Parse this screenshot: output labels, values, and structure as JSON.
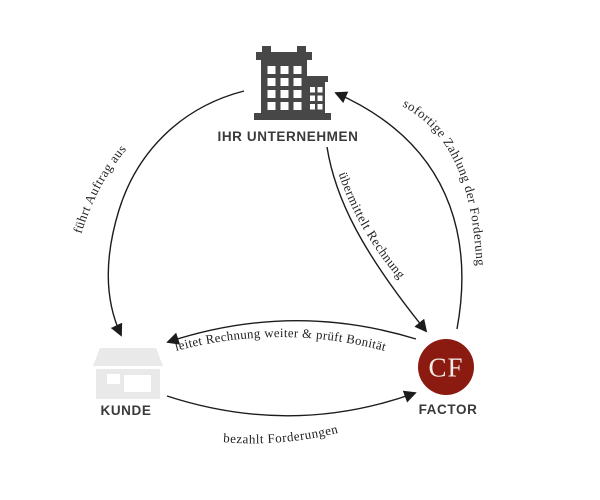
{
  "diagram": {
    "nodes": {
      "company": {
        "label": "IHR UNTERNEHMEN",
        "icon": "building-icon"
      },
      "customer": {
        "label": "KUNDE",
        "icon": "store-icon"
      },
      "factor": {
        "label": "FACTOR",
        "icon": "cf-circle-badge",
        "badge_text": "CF"
      }
    },
    "edges": [
      {
        "label": "führt Auftrag aus",
        "from": "IHR UNTERNEHMEN",
        "to": "KUNDE"
      },
      {
        "label": "übermittelt Rechnung",
        "from": "IHR UNTERNEHMEN",
        "to": "FACTOR"
      },
      {
        "label": "sofortige Zahlung der Forderung",
        "from": "FACTOR",
        "to": "IHR UNTERNEHMEN"
      },
      {
        "label": "leitet Rechnung weiter & prüft Bonität",
        "from": "FACTOR",
        "to": "KUNDE"
      },
      {
        "label": "bezahlt Forderungen",
        "from": "KUNDE",
        "to": "FACTOR"
      }
    ],
    "colors": {
      "background": "#ffffff",
      "arrow": "#1c1c1c",
      "edge_label_text": "#1f1f1f",
      "node_label_text": "#3a3a3a",
      "building_gray": "#474747",
      "store_gray": "#e9e9e9",
      "factor_red": "#8b1a10",
      "badge_text_color": "#f2ece4",
      "window_white": "#ffffff"
    }
  }
}
